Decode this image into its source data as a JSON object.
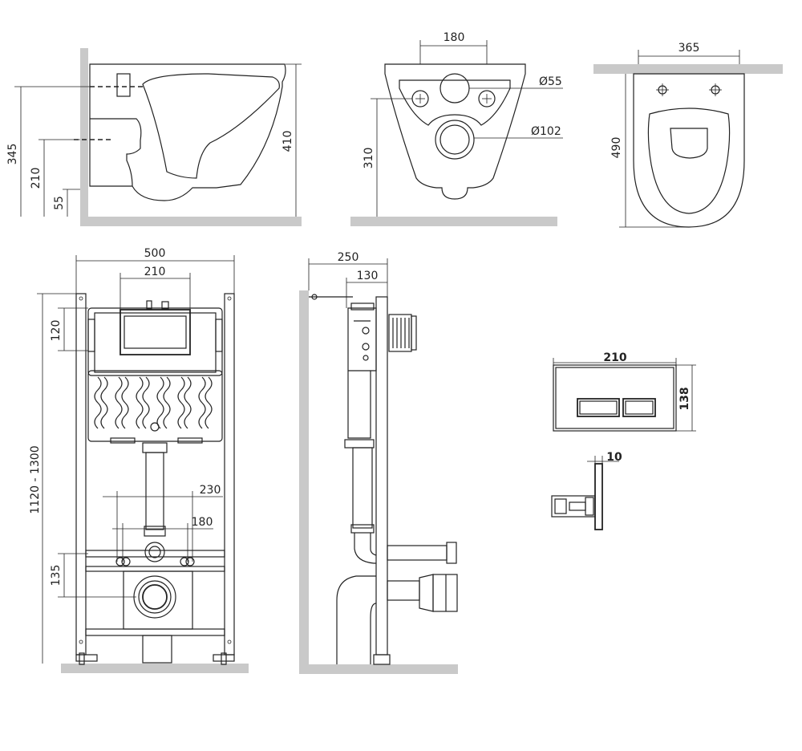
{
  "dimensions": {
    "side_view": {
      "height_345": "345",
      "height_210": "210",
      "height_55": "55",
      "height_410": "410"
    },
    "rear_view": {
      "width_180": "180",
      "hole_55": "Ø55",
      "hole_102": "Ø102",
      "height_310": "310"
    },
    "top_view": {
      "width_365": "365",
      "depth_490": "490"
    },
    "frame_front": {
      "width_500": "500",
      "width_210": "210",
      "height_120": "120",
      "height_range": "1120 - 1300",
      "width_230": "230",
      "width_180": "180",
      "height_135": "135"
    },
    "frame_side": {
      "depth_250": "250",
      "depth_130": "130"
    },
    "flush_plate": {
      "width_210": "210",
      "height_138": "138",
      "thickness_10": "10"
    }
  },
  "colors": {
    "line": "#222222",
    "wall": "#c9c9c9"
  }
}
